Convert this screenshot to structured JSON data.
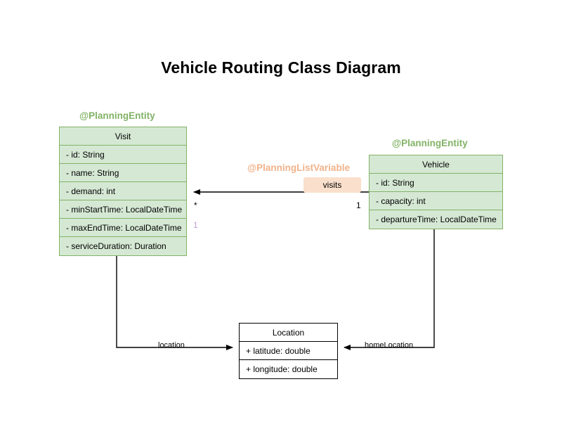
{
  "title": "Vehicle Routing Class Diagram",
  "colors": {
    "class_fill_green": "#d5e8d4",
    "class_border_green": "#82b366",
    "class_fill_white": "#ffffff",
    "class_border_black": "#000000",
    "annotation_green": "#82b366",
    "annotation_orange": "#f2b28a",
    "badge_fill": "#fae0cc",
    "multiplicity_purple": "#c2a0d4",
    "edge_stroke": "#000000"
  },
  "classes": [
    {
      "id": "visit",
      "name": "Visit",
      "annotation": "@PlanningEntity",
      "style": "green",
      "attributes": [
        "- id: String",
        "- name: String",
        "- demand: int",
        "- minStartTime: LocalDateTime",
        "- maxEndTime: LocalDateTime",
        "- serviceDuration: Duration"
      ]
    },
    {
      "id": "vehicle",
      "name": "Vehicle",
      "annotation": "@PlanningEntity",
      "style": "green",
      "attributes": [
        "- id: String",
        "- capacity: int",
        "- departureTime: LocalDateTime"
      ]
    },
    {
      "id": "location",
      "name": "Location",
      "annotation": "",
      "style": "white",
      "attributes": [
        "+ latitude: double",
        "+ longitude: double"
      ]
    }
  ],
  "relations": [
    {
      "id": "visits",
      "from": "vehicle",
      "to": "visit",
      "label": "visits",
      "annotation": "@PlanningListVariable",
      "source_multiplicity": "1",
      "target_multiplicity": "*",
      "extra_multiplicity": "1"
    },
    {
      "id": "location",
      "from": "visit",
      "to": "location",
      "label": "location",
      "annotation": "",
      "source_multiplicity": "",
      "target_multiplicity": "",
      "extra_multiplicity": ""
    },
    {
      "id": "homeLocation",
      "from": "vehicle",
      "to": "location",
      "label": "homeLocation",
      "annotation": "",
      "source_multiplicity": "",
      "target_multiplicity": "",
      "extra_multiplicity": ""
    }
  ]
}
